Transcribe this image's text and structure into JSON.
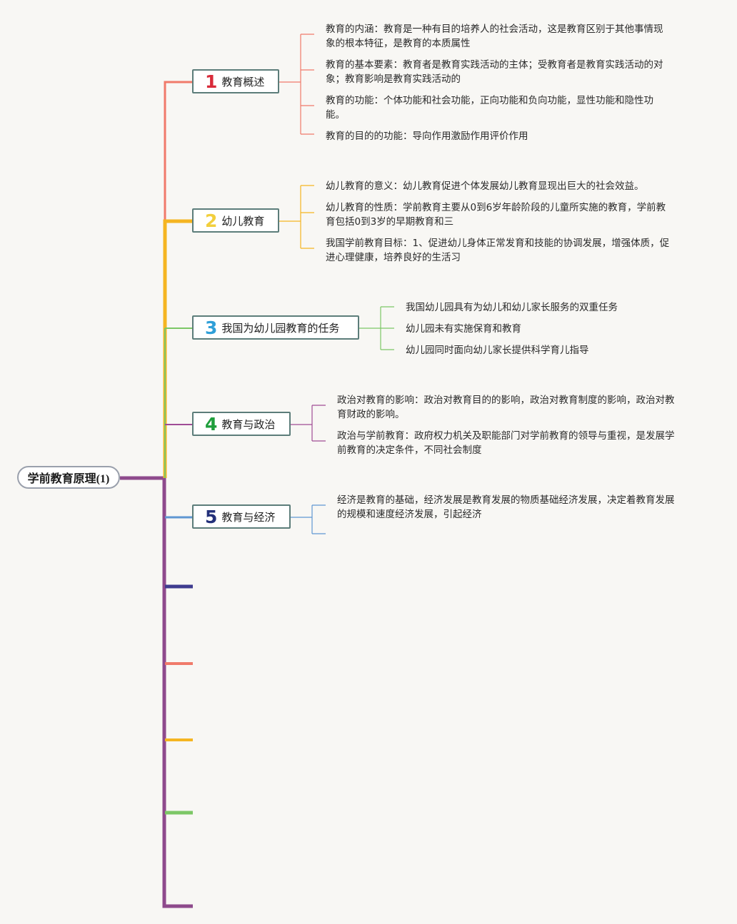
{
  "root": {
    "label": "学前教育原理(1)"
  },
  "colors": {
    "trunk": "#8e4a8c",
    "topic_border": "#5c7d7a",
    "branch1": "#f07a6a",
    "branch2": "#f5b521",
    "branch3": "#7cc766",
    "branch4": "#a04c95",
    "branch5": "#5f97d2",
    "stub_navy": "#3f3c8f",
    "stub_coral": "#f07a6a",
    "stub_orange": "#f5b521",
    "stub_green": "#7cc766",
    "stub_purple": "#8e4a8c"
  },
  "topics": [
    {
      "number": "1",
      "label": "教育概述",
      "number_color": "#d92b3a",
      "leaves": [
        [
          "教育的内涵：教育是一种有目的培养人的社会活动，这是教育区别于其他事情现",
          "象的根本特征，是教育的本质属性"
        ],
        [
          "教育的基本要素：教育者是教育实践活动的主体；受教育者是教育实践活动的对",
          "象；教育影响是教育实践活动的"
        ],
        [
          "教育的功能：个体功能和社会功能，正向功能和负向功能，显性功能和隐性功",
          "能。"
        ],
        [
          "教育的目的的功能：导向作用激励作用评价作用"
        ]
      ]
    },
    {
      "number": "2",
      "label": "幼儿教育",
      "number_color": "#f2cf3d",
      "leaves": [
        [
          "幼儿教育的意义：幼儿教育促进个体发展幼儿教育显现出巨大的社会效益。"
        ],
        [
          "幼儿教育的性质：学前教育主要从0到6岁年龄阶段的儿童所实施的教育，学前教",
          "育包括0到3岁的早期教育和三"
        ],
        [
          "我国学前教育目标：1、促进幼儿身体正常发育和技能的协调发展，增强体质，促",
          "进心理健康，培养良好的生活习"
        ]
      ]
    },
    {
      "number": "3",
      "label": "我国为幼儿园教育的任务",
      "number_color": "#2f9fd8",
      "leaves": [
        [
          "我国幼儿园具有为幼儿和幼儿家长服务的双重任务"
        ],
        [
          "幼儿园未有实施保育和教育"
        ],
        [
          "幼儿园同时面向幼儿家长提供科学育儿指导"
        ]
      ]
    },
    {
      "number": "4",
      "label": "教育与政治",
      "number_color": "#1f9e3c",
      "leaves": [
        [
          "政治对教育的影响：政治对教育目的的影响，政治对教育制度的影响，政治对教",
          "育财政的影响。"
        ],
        [
          "政治与学前教育：政府权力机关及职能部门对学前教育的领导与重视，是发展学",
          "前教育的决定条件，不同社会制度"
        ]
      ]
    },
    {
      "number": "5",
      "label": "教育与经济",
      "number_color": "#23307a",
      "leaves": [
        [
          "经济是教育的基础，经济发展是教育发展的物质基础经济发展，决定着教育发展",
          "的规模和速度经济发展，引起经济"
        ]
      ]
    }
  ]
}
